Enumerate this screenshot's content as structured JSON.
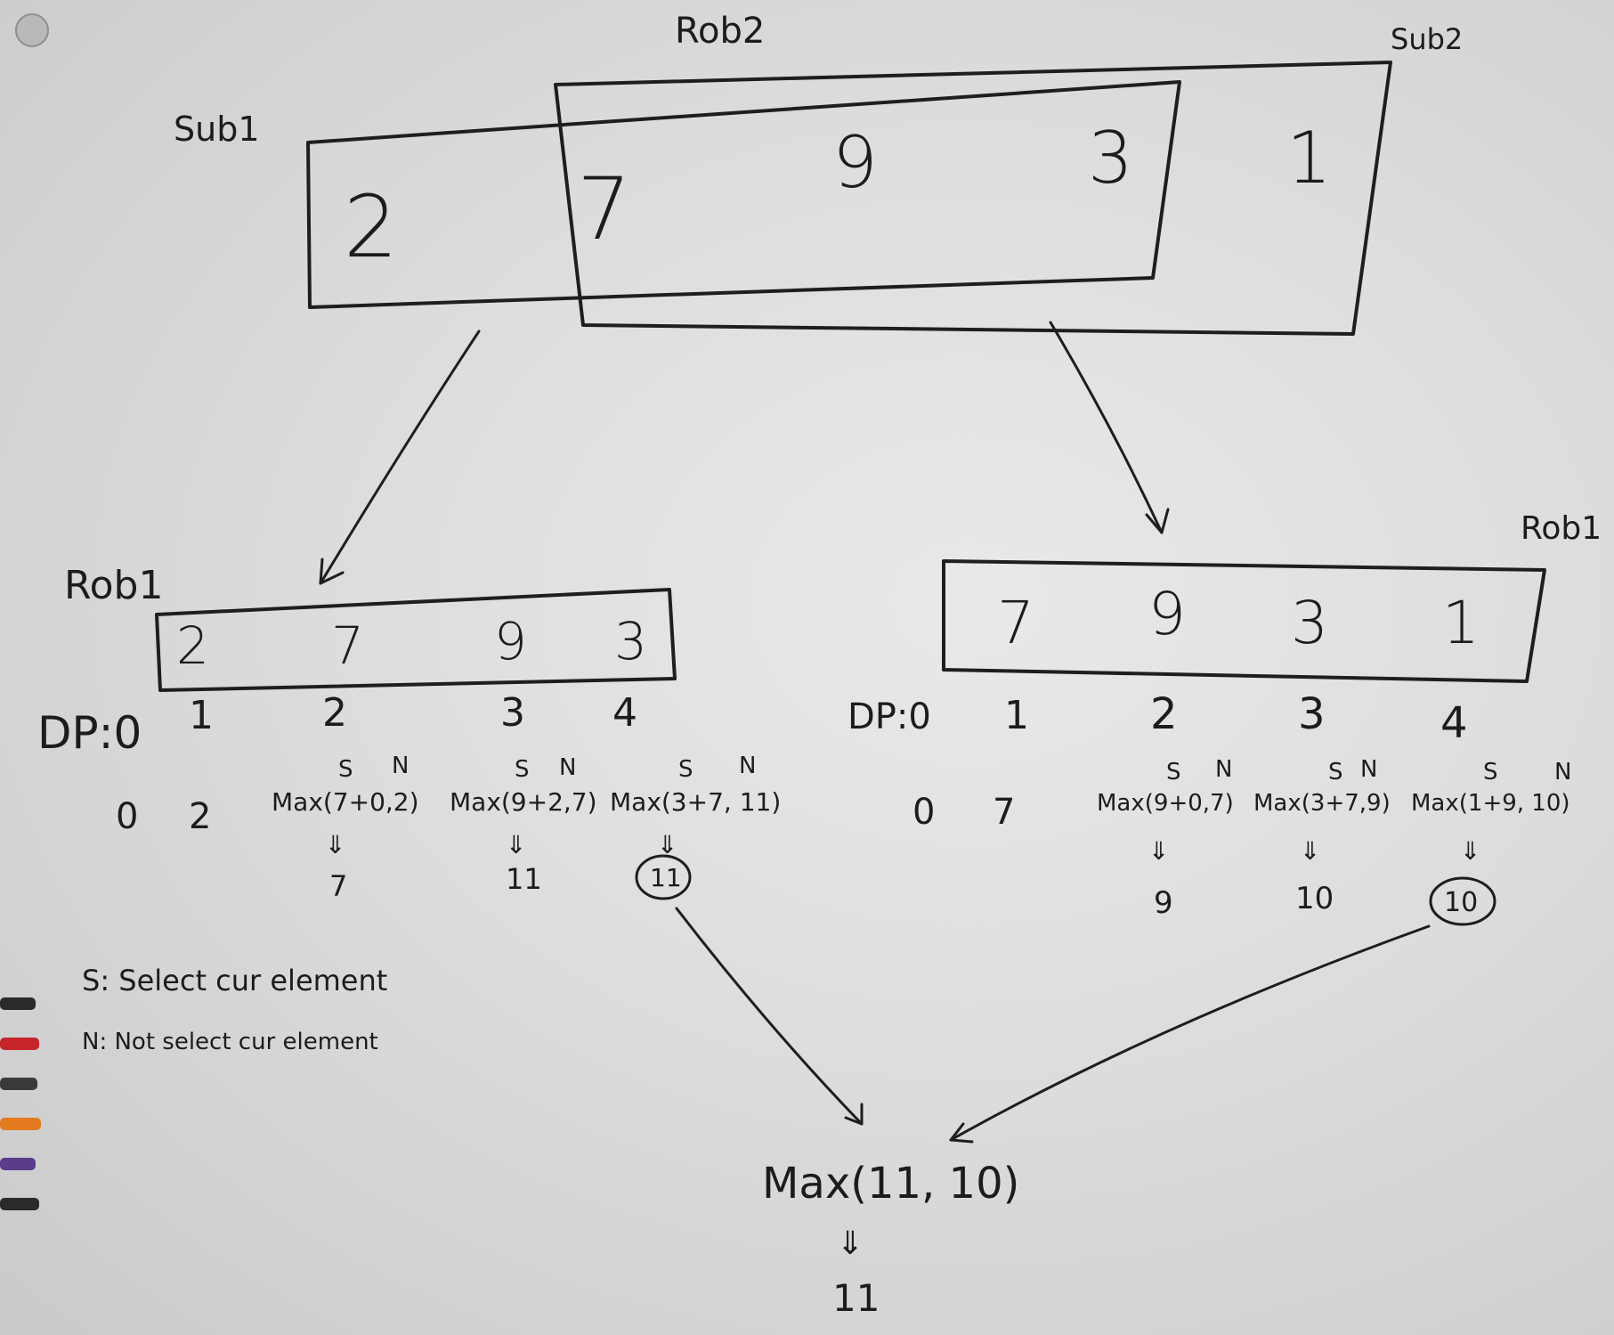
{
  "top": {
    "labels": {
      "sub1": "Sub1",
      "rob2": "Rob2",
      "sub2": "Sub2"
    },
    "array": [
      "2",
      "7",
      "9",
      "3",
      "1"
    ]
  },
  "left": {
    "title": "Rob1",
    "array": [
      "2",
      "7",
      "9",
      "3"
    ],
    "dp_label": "DP:0",
    "dp_indices": [
      "1",
      "2",
      "3",
      "4"
    ],
    "row_base": [
      "0",
      "2"
    ],
    "sn_marks": [
      [
        "S",
        "N"
      ],
      [
        "S",
        "N"
      ],
      [
        "S",
        "N"
      ]
    ],
    "max_exprs": [
      "Max(7+0,2)",
      "Max(9+2,7)",
      "Max(3+7, 11)"
    ],
    "results": [
      "7",
      "11",
      "11"
    ]
  },
  "right": {
    "title": "Rob1",
    "array": [
      "7",
      "9",
      "3",
      "1"
    ],
    "dp_label": "DP:0",
    "dp_indices": [
      "1",
      "2",
      "3",
      "4"
    ],
    "row_base": [
      "0",
      "7"
    ],
    "sn_marks": [
      [
        "S",
        "N"
      ],
      [
        "S",
        "N"
      ],
      [
        "S",
        "N"
      ]
    ],
    "max_exprs": [
      "Max(9+0,7)",
      "Max(3+7,9)",
      "Max(1+9, 10)"
    ],
    "results": [
      "9",
      "10",
      "10"
    ]
  },
  "legend": {
    "s": "S: Select cur element",
    "n": "N: Not select cur element"
  },
  "final": {
    "expr": "Max(11, 10)",
    "result": "11"
  },
  "colors": {
    "ink": "#1e1e1e",
    "board": "#dcdddc"
  }
}
